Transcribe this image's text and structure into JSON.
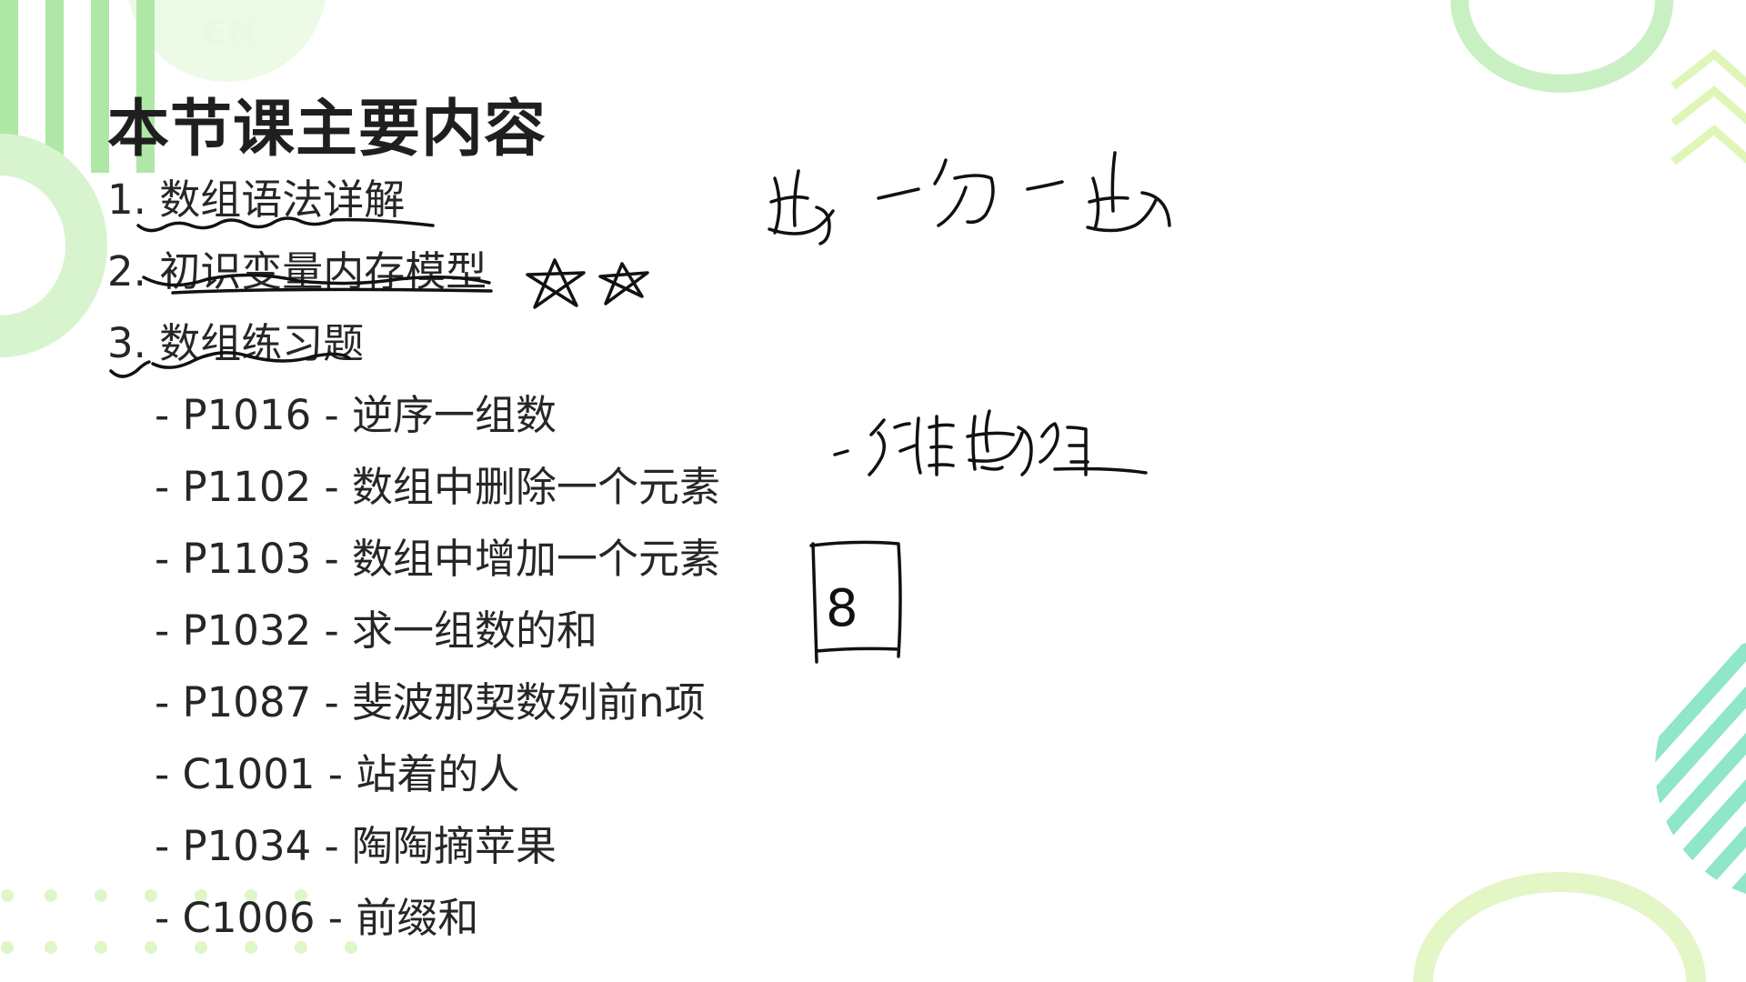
{
  "slide": {
    "corner_badge": "EN",
    "title": "本节课主要内容",
    "items": [
      {
        "text": "1. 数组语法详解",
        "level": 1
      },
      {
        "text": "2. 初识变量内存模型",
        "level": 1
      },
      {
        "text": "3. 数组练习题",
        "level": 1
      },
      {
        "text": "- P1016 - 逆序一组数",
        "level": 2
      },
      {
        "text": "- P1102 - 数组中删除一个元素",
        "level": 2
      },
      {
        "text": "- P1103 - 数组中增加一个元素",
        "level": 2
      },
      {
        "text": "- P1032 - 求一组数的和",
        "level": 2
      },
      {
        "text": "- P1087 - 斐波那契数列前n项",
        "level": 2
      },
      {
        "text": "- C1001 - 站着的人",
        "level": 2
      },
      {
        "text": "- P1034 - 陶陶摘苹果",
        "level": 2
      },
      {
        "text": "- C1006 - 前缀和",
        "level": 2
      }
    ]
  },
  "annotations": {
    "number_one": "8"
  },
  "colors": {
    "accent_green": "#a8e6a0",
    "light_green": "#d5f3cc",
    "teal": "#7ee0c8",
    "ink": "#111111",
    "text": "#262626"
  }
}
